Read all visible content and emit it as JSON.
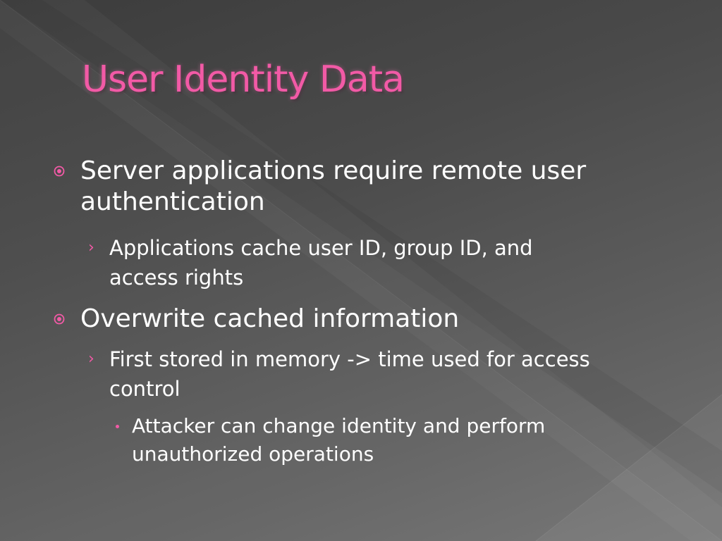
{
  "slide": {
    "title": "User Identity Data",
    "colors": {
      "title": "#f25aa6",
      "text": "#ffffff",
      "bullet": "#f25aa6",
      "background_top": "#3c3c3c",
      "background_bottom": "#747474"
    },
    "bullets": [
      {
        "level": 1,
        "marker": "target-circle-bullet-icon",
        "lines": [
          "Server applications require remote user",
          "authentication"
        ]
      },
      {
        "level": 2,
        "marker": "chevron-right-bullet-icon",
        "lines": [
          "Applications cache user ID, group ID, and",
          "access rights"
        ]
      },
      {
        "level": 1,
        "marker": "target-circle-bullet-icon",
        "lines": [
          "Overwrite cached information"
        ]
      },
      {
        "level": 2,
        "marker": "chevron-right-bullet-icon",
        "lines": [
          "First stored in memory -> time used for access",
          "control"
        ]
      },
      {
        "level": 3,
        "marker": "dot-bullet-icon",
        "lines": [
          "Attacker can change identity and perform",
          "unauthorized operations"
        ]
      }
    ]
  }
}
